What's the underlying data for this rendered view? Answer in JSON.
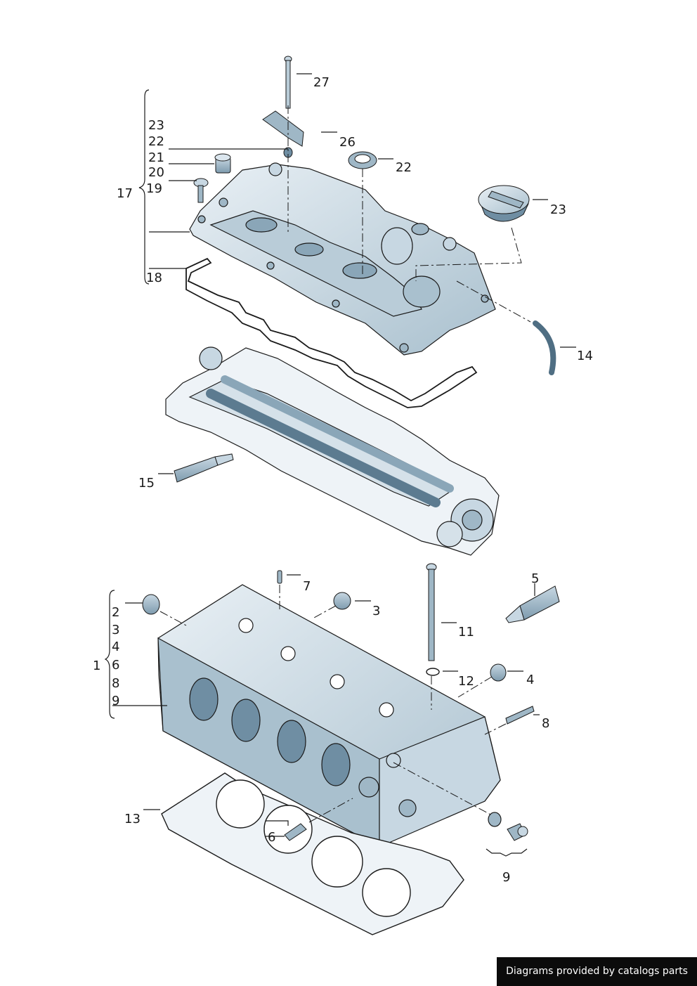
{
  "colors": {
    "part_fill": "#dbe6ee",
    "part_dark": "#9fb7c6",
    "part_shadow": "#6f8ea3",
    "line": "#1a1a1a",
    "credit_bg": "#0b0b0b",
    "credit_text": "#ffffff"
  },
  "labels": {
    "l27": "27",
    "l26": "26",
    "l23a": "23",
    "l22a": "22",
    "l21": "21",
    "l20": "20",
    "l19": "19",
    "l17": "17",
    "l18": "18",
    "l22b": "22",
    "l23b": "23",
    "l14": "14",
    "l15": "15",
    "l7": "7",
    "l5": "5",
    "l3": "3",
    "l11": "11",
    "l12": "12",
    "l4": "4",
    "l8": "8",
    "l2": "2",
    "l3b": "3",
    "l4b": "4",
    "l1": "1",
    "l6a": "6",
    "l8b": "8",
    "l9a": "9",
    "l13": "13",
    "l6b": "6",
    "l9b": "9"
  },
  "credit": "Diagrams provided by catalogs parts"
}
